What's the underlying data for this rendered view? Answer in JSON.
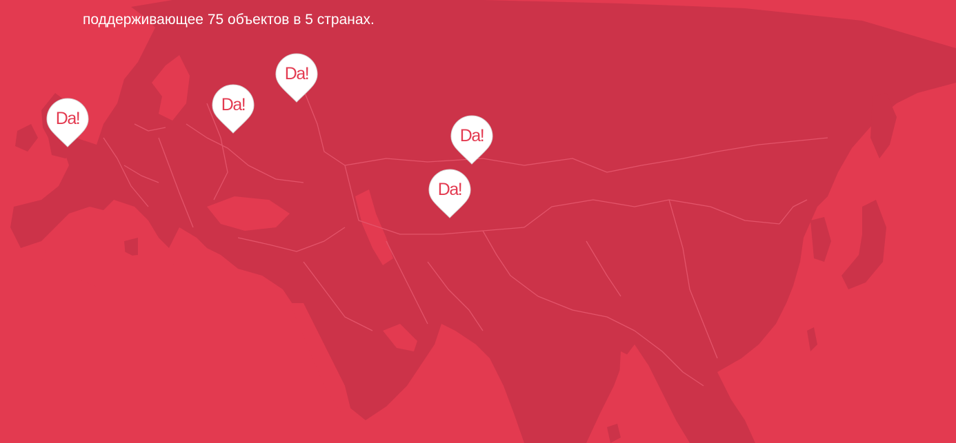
{
  "caption": "поддерживающее 75 объектов в 5 странах.",
  "map": {
    "region": "Eurasia",
    "land_color": "#cc3349",
    "ocean_color": "#e33a50",
    "border_color": "#e3546a"
  },
  "pins": [
    {
      "id": "uk",
      "label": "Da!"
    },
    {
      "id": "belarus",
      "label": "Da!"
    },
    {
      "id": "moscow",
      "label": "Da!"
    },
    {
      "id": "kazakhstan-north",
      "label": "Da!"
    },
    {
      "id": "kazakhstan-south",
      "label": "Da!"
    }
  ],
  "colors": {
    "pin_fill": "#ffffff",
    "pin_text": "#e33a50",
    "caption_text": "#ffffff"
  }
}
